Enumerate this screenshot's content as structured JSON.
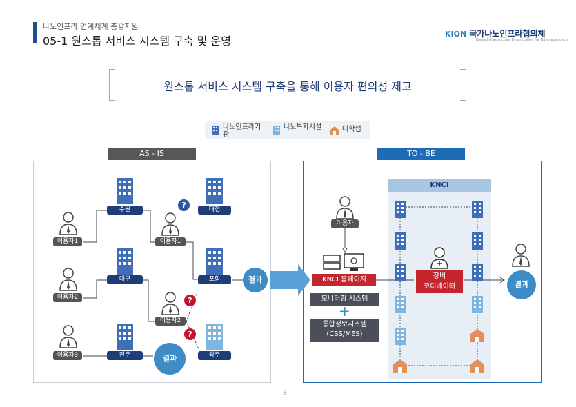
{
  "header": {
    "subtitle": "나노인프라 연계체계 총괄지원",
    "title": "05-1 원스톱 서비스 시스템 구축 및 운영",
    "logo_mark": "KION",
    "logo_name": "국가나노인프라협의체",
    "logo_sub": "Korea Infrastructure Organization for Nanotechnology"
  },
  "main_title": "원스톱 서비스 시스템 구축을 통해 이용자 편의성 제고",
  "legend": [
    {
      "label": "나노인프라기관",
      "icon": "building-navy-icon"
    },
    {
      "label": "나노특화시설",
      "icon": "building-lightblue-icon"
    },
    {
      "label": "대학팹",
      "icon": "building-orange-icon"
    }
  ],
  "asis": {
    "tab": "AS - IS",
    "users": [
      "이용자1",
      "이용자2",
      "이용자3"
    ],
    "mid_users": [
      "이용자1",
      "이용자2"
    ],
    "nodes": [
      "수원",
      "대구",
      "전주",
      "대전",
      "포항",
      "광주"
    ],
    "result": "결과",
    "result_final": "결과",
    "question": "?"
  },
  "tobe": {
    "tab": "TO - BE",
    "user": "이용자",
    "homepage": "KNCI 홈페이지",
    "monitoring": "모니터링 시스템",
    "plus": "+",
    "integrated_line1": "통합정보시스템",
    "integrated_line2": "(CSS/MES)",
    "knci": "KNCI",
    "coordinator_line1": "장비",
    "coordinator_line2": "코디네이터",
    "result": "결과"
  },
  "page_number": "8",
  "colors": {
    "navy": "#1f3e78",
    "blue": "#1e6bb8",
    "result_circle": "#3d8cc6",
    "red": "#c4262e",
    "orange": "#e0905a",
    "light_blue": "#7fb6e0"
  }
}
